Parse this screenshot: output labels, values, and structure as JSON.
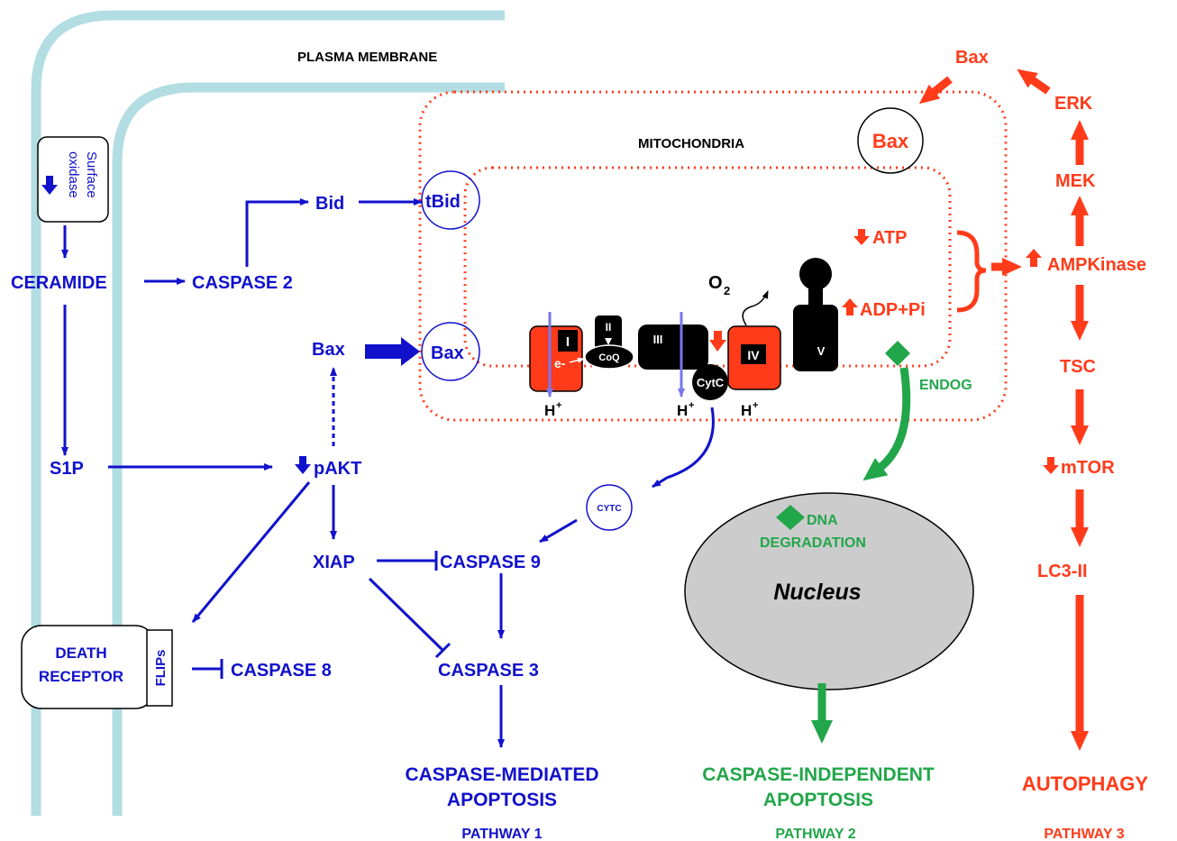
{
  "membrane": {
    "label": "PLASMA MEMBRANE"
  },
  "mito": {
    "label": "MITOCHONDRIA"
  },
  "surface_oxidase": {
    "line1": "Surface",
    "line2": "oxidase"
  },
  "pathway1": {
    "ceramide": "CERAMIDE",
    "caspase2": "CASPASE 2",
    "bid": "Bid",
    "tbid": "tBid",
    "bax": "Bax",
    "bax_mito": "Bax",
    "s1p": "S1P",
    "pakt": "pAKT",
    "xiap": "XIAP",
    "caspase9": "CASPASE 9",
    "caspase3": "CASPASE 3",
    "caspase8": "CASPASE 8",
    "death_receptor_1": "DEATH",
    "death_receptor_2": "RECEPTOR",
    "flips": "FLIPs",
    "cytc": "CYTC",
    "outcome_1": "CASPASE-MEDIATED",
    "outcome_2": "APOPTOSIS",
    "label": "PATHWAY 1"
  },
  "etc": {
    "complex1": "I",
    "complex2": "II",
    "complex3": "III",
    "complex4": "IV",
    "complex5": "V",
    "coq": "CoQ",
    "cytc": "CytC",
    "electron": "e-",
    "o2": "O",
    "o2_sub": "2",
    "h_plus": "H",
    "h_sup": "+"
  },
  "pathway2": {
    "endog": "ENDOG",
    "dna_1": "DNA",
    "dna_2": "DEGRADATION",
    "nucleus": "Nucleus",
    "outcome_1": "CASPASE-INDEPENDENT",
    "outcome_2": "APOPTOSIS",
    "label": "PATHWAY 2"
  },
  "pathway3": {
    "bax_top": "Bax",
    "bax_mito": "Bax",
    "erk": "ERK",
    "mek": "MEK",
    "ampk": "AMPKinase",
    "atp": "ATP",
    "adp": "ADP+Pi",
    "tsc": "TSC",
    "mtor": "mTOR",
    "lc3": "LC3-II",
    "outcome": "AUTOPHAGY",
    "label": "PATHWAY 3"
  },
  "colors": {
    "blue": "#1111cc",
    "red": "#ff3b1a",
    "green": "#22a64a",
    "membrane": "#b2dde3"
  }
}
